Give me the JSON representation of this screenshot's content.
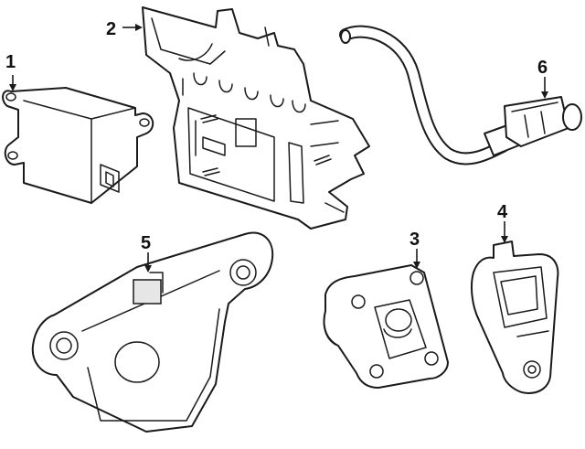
{
  "callouts": [
    {
      "id": "1",
      "label": "1"
    },
    {
      "id": "2",
      "label": "2"
    },
    {
      "id": "3",
      "label": "3"
    },
    {
      "id": "4",
      "label": "4"
    },
    {
      "id": "5",
      "label": "5"
    },
    {
      "id": "6",
      "label": "6"
    }
  ],
  "colors": {
    "line": "#1a1a1a",
    "background": "#ffffff",
    "shade": "#e6e6e6"
  }
}
